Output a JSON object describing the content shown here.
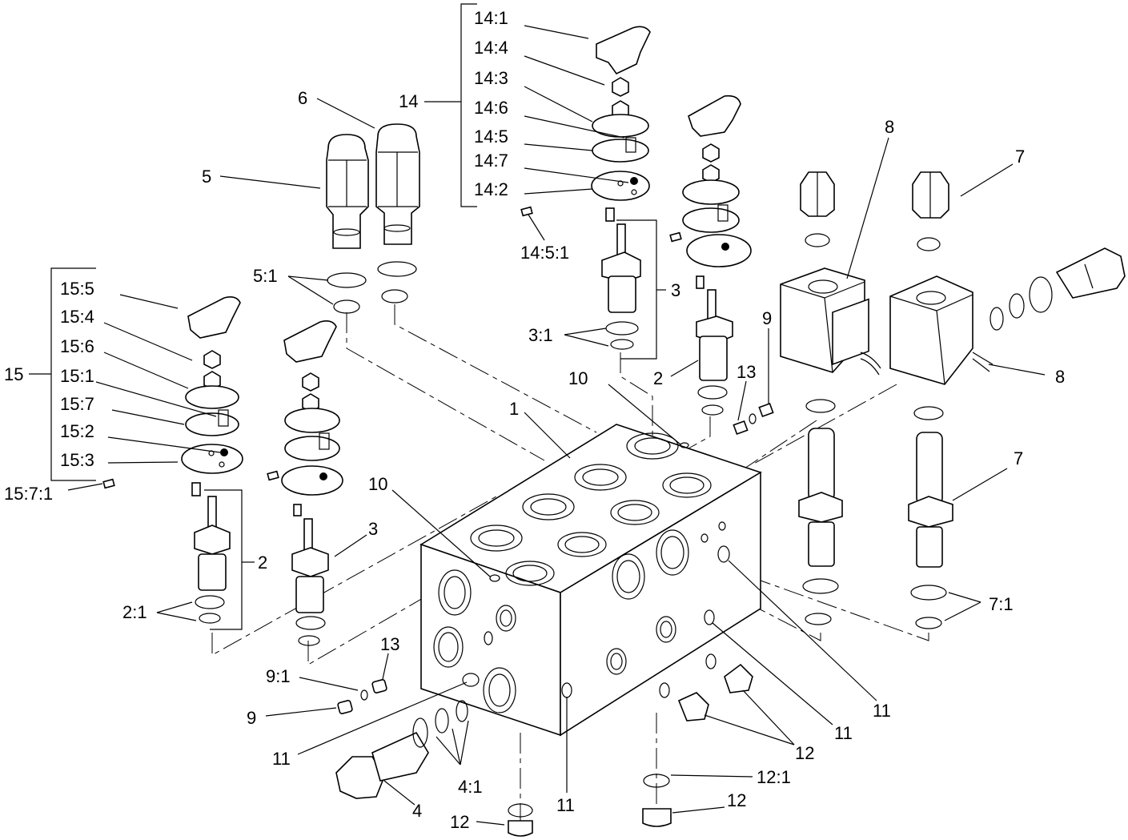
{
  "labels": {
    "l_14_1": "14:1",
    "l_14_4": "14:4",
    "l_14_3": "14:3",
    "l_14_6": "14:6",
    "l_14_5": "14:5",
    "l_14_7": "14:7",
    "l_14_2": "14:2",
    "l_14": "14",
    "l_14_5_1": "14:5:1",
    "l_6": "6",
    "l_5": "5",
    "l_5_1": "5:1",
    "l_3_top": "3",
    "l_3_1": "3:1",
    "l_2_mid": "2",
    "l_10_top": "10",
    "l_13_top": "13",
    "l_9_top": "9",
    "l_8_top": "8",
    "l_8_right": "8",
    "l_7_top": "7",
    "l_7_mid": "7",
    "l_7_1": "7:1",
    "l_15_5": "15:5",
    "l_15_4": "15:4",
    "l_15_6": "15:6",
    "l_15_1": "15:1",
    "l_15_7": "15:7",
    "l_15_2": "15:2",
    "l_15_3": "15:3",
    "l_15": "15",
    "l_15_7_1": "15:7:1",
    "l_1": "1",
    "l_10_left": "10",
    "l_3_left": "3",
    "l_2_left": "2",
    "l_2_1": "2:1",
    "l_13_bottom": "13",
    "l_9_1": "9:1",
    "l_9_bottom": "9",
    "l_11_a": "11",
    "l_11_b": "11",
    "l_11_c": "11",
    "l_11_d": "11",
    "l_4": "4",
    "l_4_1": "4:1",
    "l_12_a": "12",
    "l_12_1": "12:1",
    "l_12_b": "12",
    "l_12_c": "12"
  }
}
